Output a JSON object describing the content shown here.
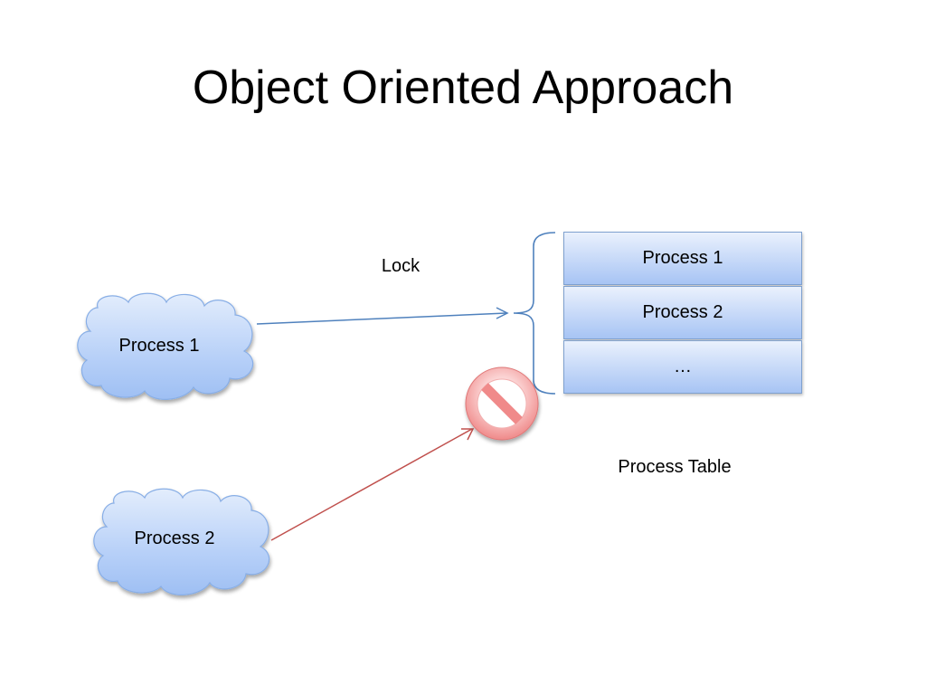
{
  "slide": {
    "title": "Object Oriented Approach"
  },
  "labels": {
    "lock": "Lock",
    "process_table": "Process Table"
  },
  "clouds": [
    {
      "label": "Process 1"
    },
    {
      "label": "Process 2"
    }
  ],
  "process_table": {
    "rows": [
      "Process 1",
      "Process 2",
      "…"
    ]
  },
  "colors": {
    "cloud_fill": "#a9c7f7",
    "arrow_allowed": "#4f81bd",
    "arrow_blocked": "#c0504d",
    "no_symbol": "#f08a8a"
  },
  "icons": {
    "blocked": "no-entry-icon"
  }
}
